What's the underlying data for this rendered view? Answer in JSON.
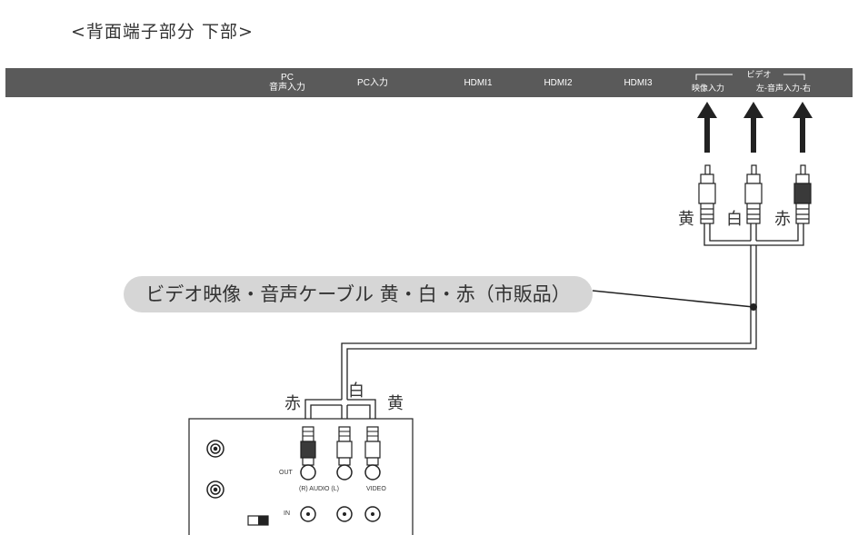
{
  "title": "<背面端子部分 下部>",
  "panel": {
    "ports": {
      "pc_audio_1": "PC",
      "pc_audio_2": "音声入力",
      "pc_in": "PC入力",
      "hdmi1": "HDMI1",
      "hdmi2": "HDMI2",
      "hdmi3": "HDMI3",
      "video_group": "ビデオ",
      "video_in": "映像入力",
      "audio_in": "左-音声入力-右"
    }
  },
  "cable": {
    "label": "ビデオ映像・音声ケーブル 黄・白・赤（市販品）",
    "colors_top": [
      "黄",
      "白",
      "赤"
    ],
    "colors_bottom": [
      "赤",
      "白",
      "黄"
    ]
  },
  "device": {
    "out": "OUT",
    "audio": "(R) AUDIO (L)",
    "video": "VIDEO",
    "in": "IN"
  },
  "colors": {
    "panel": "#5a5a5a",
    "label_bg": "#d6d6d6",
    "plug_dark": "#222222"
  }
}
